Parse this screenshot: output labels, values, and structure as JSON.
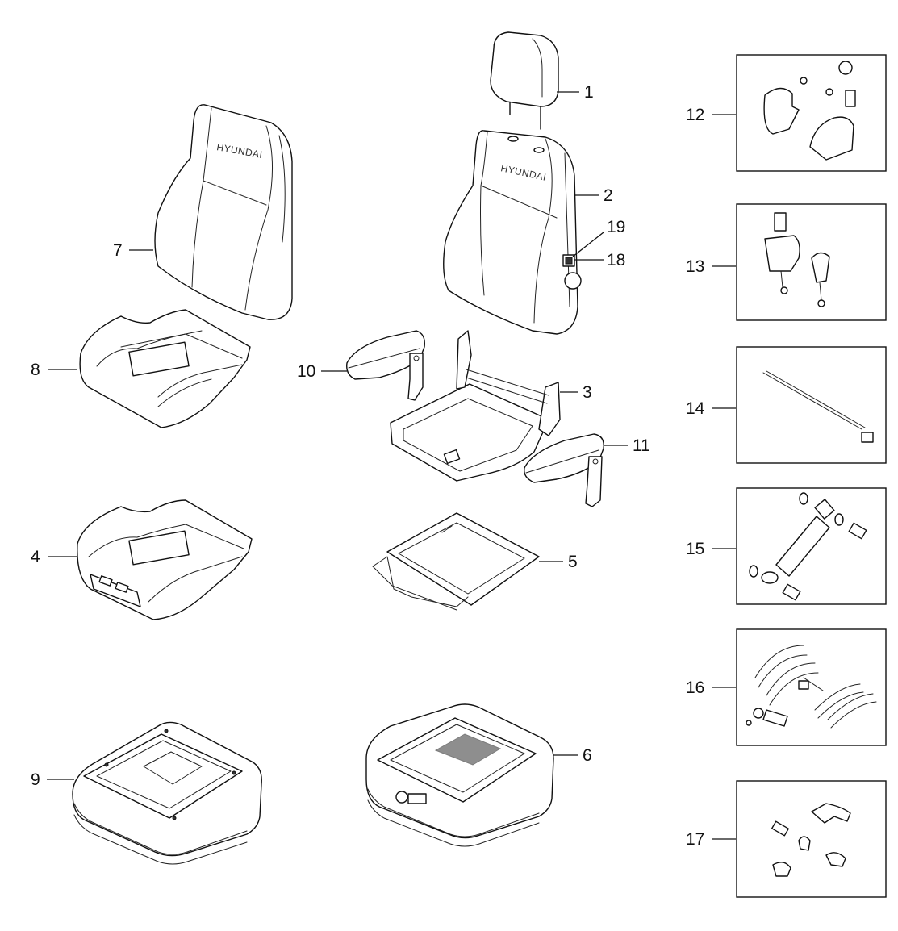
{
  "brand_text": "HYUNDAI",
  "callouts": [
    {
      "id": "1",
      "text": "1"
    },
    {
      "id": "2",
      "text": "2"
    },
    {
      "id": "3",
      "text": "3"
    },
    {
      "id": "4",
      "text": "4"
    },
    {
      "id": "5",
      "text": "5"
    },
    {
      "id": "6",
      "text": "6"
    },
    {
      "id": "7",
      "text": "7"
    },
    {
      "id": "8",
      "text": "8"
    },
    {
      "id": "9",
      "text": "9"
    },
    {
      "id": "10",
      "text": "10"
    },
    {
      "id": "11",
      "text": "11"
    },
    {
      "id": "12",
      "text": "12"
    },
    {
      "id": "13",
      "text": "13"
    },
    {
      "id": "14",
      "text": "14"
    },
    {
      "id": "15",
      "text": "15"
    },
    {
      "id": "16",
      "text": "16"
    },
    {
      "id": "17",
      "text": "17"
    },
    {
      "id": "18",
      "text": "18"
    },
    {
      "id": "19",
      "text": "19"
    }
  ]
}
